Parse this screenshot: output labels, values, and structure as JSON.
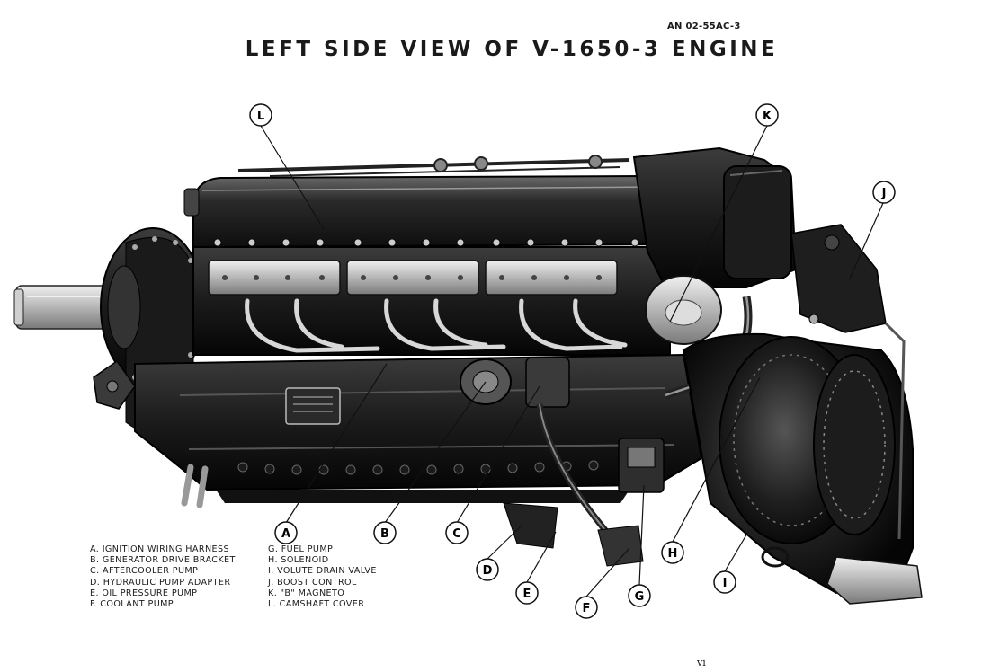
{
  "header": {
    "doc_number": "AN 02-55AC-3",
    "title": "LEFT SIDE VIEW OF V-1650-3 ENGINE"
  },
  "callouts": [
    {
      "letter": "A",
      "label": "IGNITION WIRING HARNESS"
    },
    {
      "letter": "B",
      "label": "GENERATOR DRIVE BRACKET"
    },
    {
      "letter": "C",
      "label": "AFTERCOOLER PUMP"
    },
    {
      "letter": "D",
      "label": "HYDRAULIC PUMP ADAPTER"
    },
    {
      "letter": "E",
      "label": "OIL PRESSURE PUMP"
    },
    {
      "letter": "F",
      "label": "COOLANT PUMP"
    },
    {
      "letter": "G",
      "label": "FUEL PUMP"
    },
    {
      "letter": "H",
      "label": "SOLENOID"
    },
    {
      "letter": "I",
      "label": "VOLUTE DRAIN VALVE"
    },
    {
      "letter": "J",
      "label": "BOOST CONTROL"
    },
    {
      "letter": "K",
      "label": "\"B\" MAGNETO"
    },
    {
      "letter": "L",
      "label": "CAMSHAFT COVER"
    }
  ],
  "footer": {
    "page": "vi"
  }
}
